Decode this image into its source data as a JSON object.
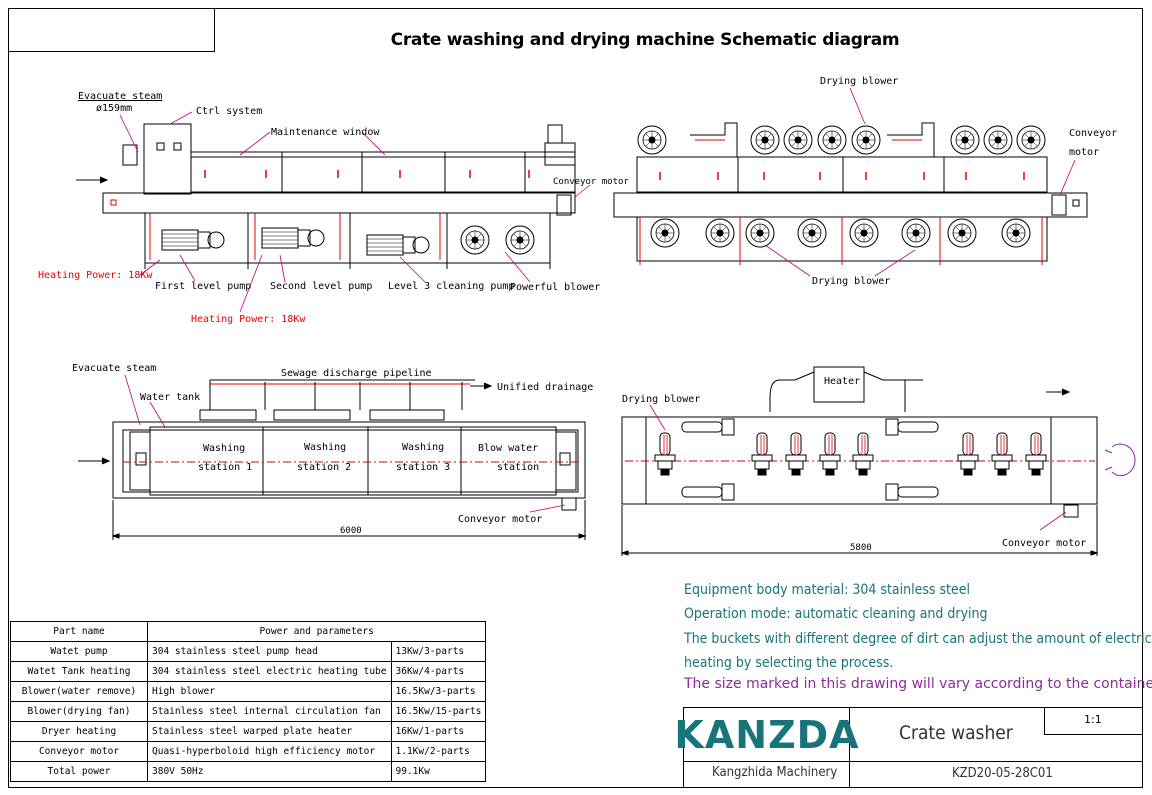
{
  "title": "Crate washing and drying machine Schematic diagram",
  "side_view": {
    "evacuate_steam": "Evacuate steam",
    "pipe_size": "ø159mm",
    "ctrl_system": "Ctrl system",
    "maintenance_window": "Maintenance window",
    "conveyor_motor": "Conveyor motor",
    "heating_power_1": "Heating Power: 18Kw",
    "heating_power_2": "Heating Power: 18Kw",
    "first_pump": "First level pump",
    "second_pump": "Second level pump",
    "third_pump": "Level 3 cleaning pump",
    "powerful_blower": "Powerful blower"
  },
  "dryer_view": {
    "drying_blower_top": "Drying blower",
    "drying_blower_bottom": "Drying blower",
    "conveyor_label_1": "Conveyor",
    "conveyor_label_2": "motor"
  },
  "top_view": {
    "evacuate_steam": "Evacuate steam",
    "water_tank": "Water tank",
    "sewage_pipeline": "Sewage discharge pipeline",
    "unified_drainage": "Unified drainage",
    "stations": [
      {
        "line1": "Washing",
        "line2": "station 1"
      },
      {
        "line1": "Washing",
        "line2": "station 2"
      },
      {
        "line1": "Washing",
        "line2": "station 3"
      },
      {
        "line1": "Blow water",
        "line2": "station"
      }
    ],
    "conveyor_motor": "Conveyor motor",
    "dimension": "6000"
  },
  "dryer_top": {
    "heater": "Heater",
    "drying_blower": "Drying blower",
    "conveyor_motor": "Conveyor motor",
    "dimension": "5800"
  },
  "notes": {
    "material": "Equipment body material: 304 stainless steel",
    "mode": "Operation mode:  automatic cleaning and drying",
    "buckets_1": "The buckets with different degree of dirt can adjust the amount of electric",
    "buckets_2": "heating by selecting the process.",
    "size_note": "The size marked in this drawing will vary according to the container size."
  },
  "table": {
    "header": [
      "Part name",
      "Power and parameters",
      ""
    ],
    "rows": [
      [
        "Watet pump",
        "304 stainless steel pump head",
        "13Kw/3-parts"
      ],
      [
        "Watet Tank heating",
        "304 stainless steel electric heating tube",
        "36Kw/4-parts"
      ],
      [
        "Blower(water remove)",
        "High blower",
        "16.5Kw/3-parts"
      ],
      [
        "Blower(drying fan)",
        "Stainless steel internal circulation fan",
        "16.5Kw/15-parts"
      ],
      [
        "Dryer heating",
        "Stainless steel warped plate heater",
        "16Kw/1-parts"
      ],
      [
        "Conveyor motor",
        "Quasi-hyperboloid high efficiency motor",
        "1.1Kw/2-parts"
      ],
      [
        "Total power",
        " 380V 50Hz",
        "99.1Kw"
      ]
    ]
  },
  "title_block": {
    "brand": "KANZDA",
    "company": "Kangzhida Machinery",
    "product": "Crate washer",
    "scale": "1:1",
    "drawing_no": "KZD20-05-28C01"
  },
  "colors": {
    "teal": "#17757a",
    "purple": "#8c2c9c",
    "red": "#e60000",
    "magenta": "#c0007a"
  }
}
